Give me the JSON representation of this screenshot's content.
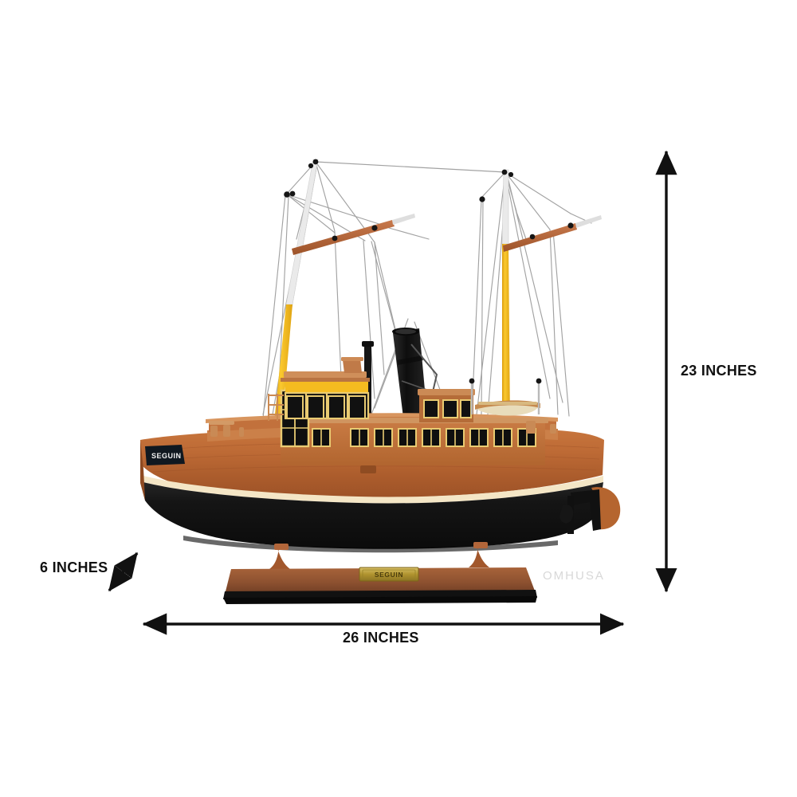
{
  "page": {
    "background_color": "#ffffff",
    "subject": "wooden model ship on display base with dimension callouts"
  },
  "dimensions": {
    "height": {
      "label": "23 INCHES",
      "arrow_name": "vertical-dimension-arrow"
    },
    "depth": {
      "label": "6 INCHES",
      "arrow_name": "diagonal-dimension-arrow"
    },
    "width": {
      "label": "26 INCHES",
      "arrow_name": "horizontal-dimension-arrow"
    },
    "arrow_color": "#111111"
  },
  "watermark": {
    "text": "OMHUSA",
    "color": "#d8d8d8"
  },
  "model": {
    "ship_name_bow_plate": "SEGUIN",
    "base_plaque_text": "SEGUIN",
    "colors": {
      "hull_upper_wood": "#b5622f",
      "hull_wood_light": "#c9763d",
      "hull_below_waterline": "#151515",
      "sheer_stripe": "#f3e4c4",
      "deckhouse_wood": "#c0703c",
      "window_glass": "#111111",
      "window_frame": "#e8c86a",
      "mast_lower_yellow": "#f2b724",
      "mast_upper_white": "#e8e8e8",
      "boom_wood": "#b4663c",
      "funnel_black": "#141414",
      "rigging_line": "#9a9a9a",
      "base_wood": "#8e5230",
      "base_trim_black": "#121212",
      "plaque_brass": "#b79b3e",
      "lifeboat": "#e4d6b4",
      "name_plate_dark": "#101820"
    }
  }
}
